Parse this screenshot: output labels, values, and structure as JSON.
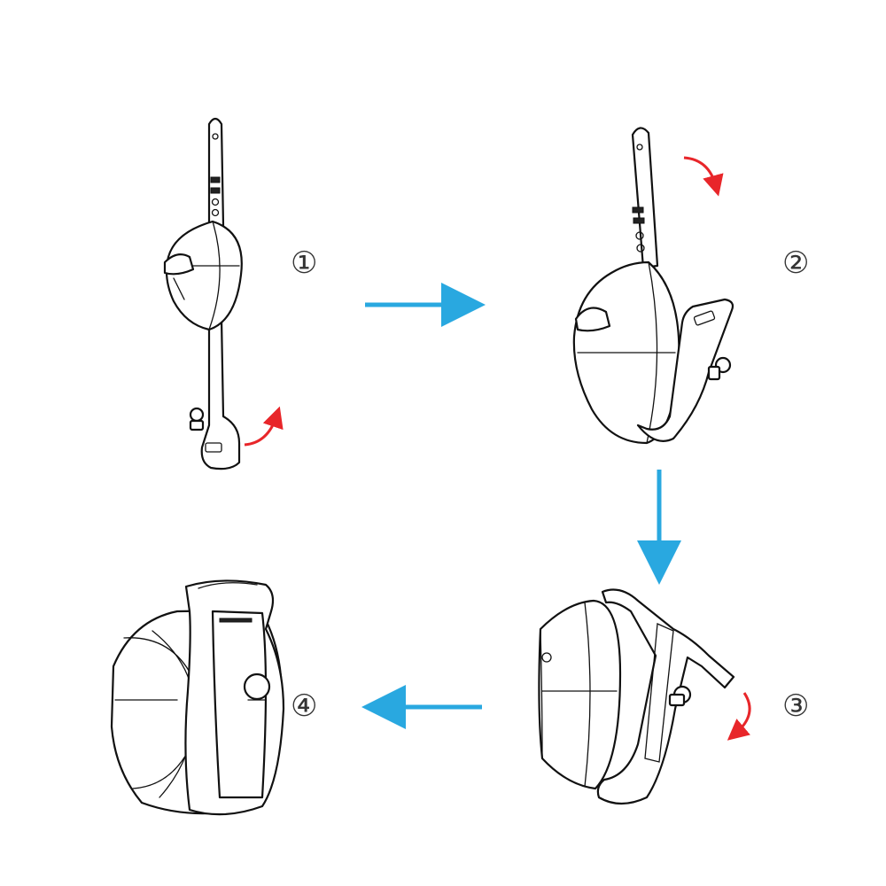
{
  "steps": [
    {
      "label": "①"
    },
    {
      "label": "②"
    },
    {
      "label": "③"
    },
    {
      "label": "④"
    }
  ],
  "colors": {
    "flow_arrow": "#29a8e0",
    "rotate_arrow": "#e8262a",
    "outline": "#111111"
  }
}
